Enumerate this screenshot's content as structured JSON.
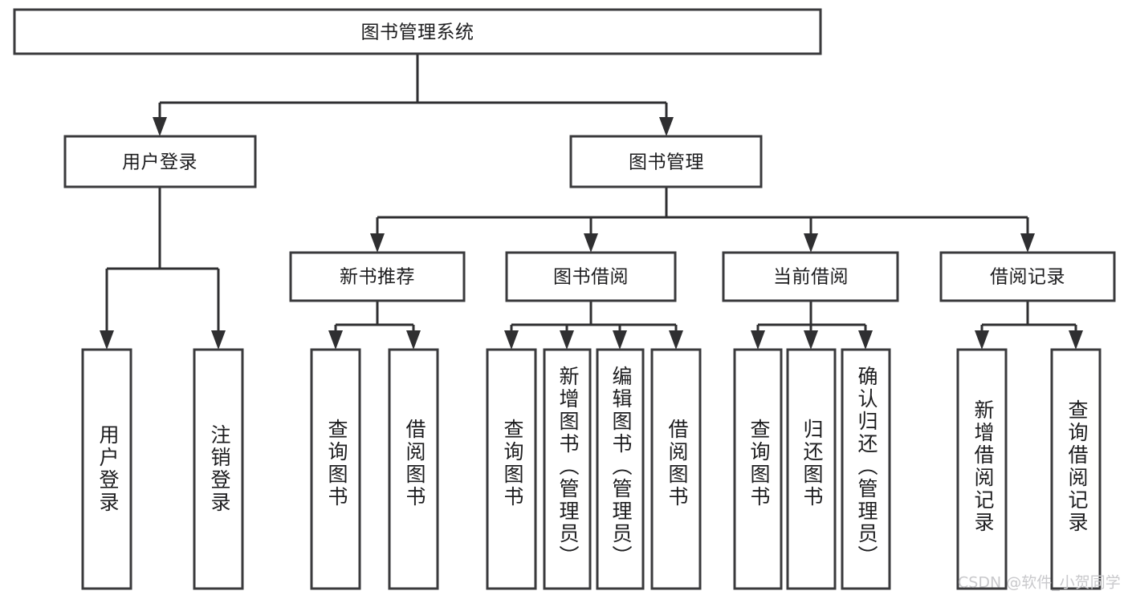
{
  "diagram": {
    "title": "图书管理系统",
    "type": "tree",
    "orientation": "top-down",
    "colors": {
      "box_fill": "#ffffff",
      "box_stroke": "#3a3a3c",
      "connector": "#2f2f31",
      "label": "#1d1d1f",
      "watermark": "#c9c9cc",
      "background": "#ffffff"
    },
    "root": {
      "id": "root",
      "label": "图书管理系统",
      "orientation": "horizontal"
    },
    "level2": [
      {
        "id": "user-login",
        "label": "用户登录",
        "orientation": "horizontal"
      },
      {
        "id": "book-manage",
        "label": "图书管理",
        "orientation": "horizontal"
      }
    ],
    "level3": [
      {
        "id": "new-book-rec",
        "label": "新书推荐",
        "orientation": "horizontal",
        "parent": "book-manage"
      },
      {
        "id": "book-borrow",
        "label": "图书借阅",
        "orientation": "horizontal",
        "parent": "book-manage"
      },
      {
        "id": "current-borrow",
        "label": "当前借阅",
        "orientation": "horizontal",
        "parent": "book-manage"
      },
      {
        "id": "borrow-record",
        "label": "借阅记录",
        "orientation": "horizontal",
        "parent": "book-manage"
      }
    ],
    "leaves": [
      {
        "id": "leaf-user-login",
        "label": "用户登录",
        "parent": "user-login",
        "orientation": "vertical"
      },
      {
        "id": "leaf-user-logout",
        "label": "注销登录",
        "parent": "user-login",
        "orientation": "vertical"
      },
      {
        "id": "leaf-rec-query-book",
        "label": "查询图书",
        "parent": "new-book-rec",
        "orientation": "vertical"
      },
      {
        "id": "leaf-rec-borrow-book",
        "label": "借阅图书",
        "parent": "new-book-rec",
        "orientation": "vertical"
      },
      {
        "id": "leaf-borrow-query-book",
        "label": "查询图书",
        "parent": "book-borrow",
        "orientation": "vertical"
      },
      {
        "id": "leaf-borrow-add-book",
        "label": "新增图书（管理员）",
        "parent": "book-borrow",
        "orientation": "vertical"
      },
      {
        "id": "leaf-borrow-edit-book",
        "label": "编辑图书（管理员）",
        "parent": "book-borrow",
        "orientation": "vertical"
      },
      {
        "id": "leaf-borrow-borrow-book",
        "label": "借阅图书",
        "parent": "book-borrow",
        "orientation": "vertical"
      },
      {
        "id": "leaf-current-query-book",
        "label": "查询图书",
        "parent": "current-borrow",
        "orientation": "vertical"
      },
      {
        "id": "leaf-current-return-book",
        "label": "归还图书",
        "parent": "current-borrow",
        "orientation": "vertical"
      },
      {
        "id": "leaf-current-confirm-return",
        "label": "确认归还（管理员）",
        "parent": "current-borrow",
        "orientation": "vertical"
      },
      {
        "id": "leaf-record-add",
        "label": "新增借阅记录",
        "parent": "borrow-record",
        "orientation": "vertical"
      },
      {
        "id": "leaf-record-query",
        "label": "查询借阅记录",
        "parent": "borrow-record",
        "orientation": "vertical"
      }
    ],
    "watermark": "CSDN @软件_小贺同学"
  }
}
